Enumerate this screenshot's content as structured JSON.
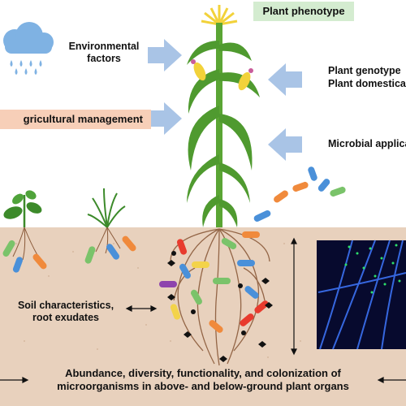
{
  "labels": {
    "plant_phenotype": "Plant phenotype",
    "environmental_factors_line1": "Environmental",
    "environmental_factors_line2": "factors",
    "plant_genotype": "Plant genotype",
    "plant_domestication": "Plant domesticat",
    "agricultural_management": "gricultural management",
    "microbial_application": "Microbial applica",
    "soil_line1": "Soil characteristics,",
    "soil_line2": "root exudates",
    "bottom_line1": "Abundance, diversity, functionality, and colonization of",
    "bottom_line2": "microorganisms in above- and below-ground plant organs"
  },
  "colors": {
    "phenotype_box": "#d4ecd0",
    "agri_box": "#f7cfb8",
    "soil": "#e8d1bd",
    "arrow_blue": "#a9c4e6",
    "stalk_green": "#5aa534",
    "leaf_green": "#4f9a2f",
    "tassel_yellow": "#f2d23a",
    "cloud_blue": "#7fb2e3",
    "root_brown": "#8a5a3a",
    "micro_panel": "#070a2e"
  },
  "microbe_colors": [
    "#4a90d9",
    "#f08a3c",
    "#e83b2e",
    "#7ac36a",
    "#f3d34a",
    "#8e44ad",
    "#6aa3e0"
  ]
}
